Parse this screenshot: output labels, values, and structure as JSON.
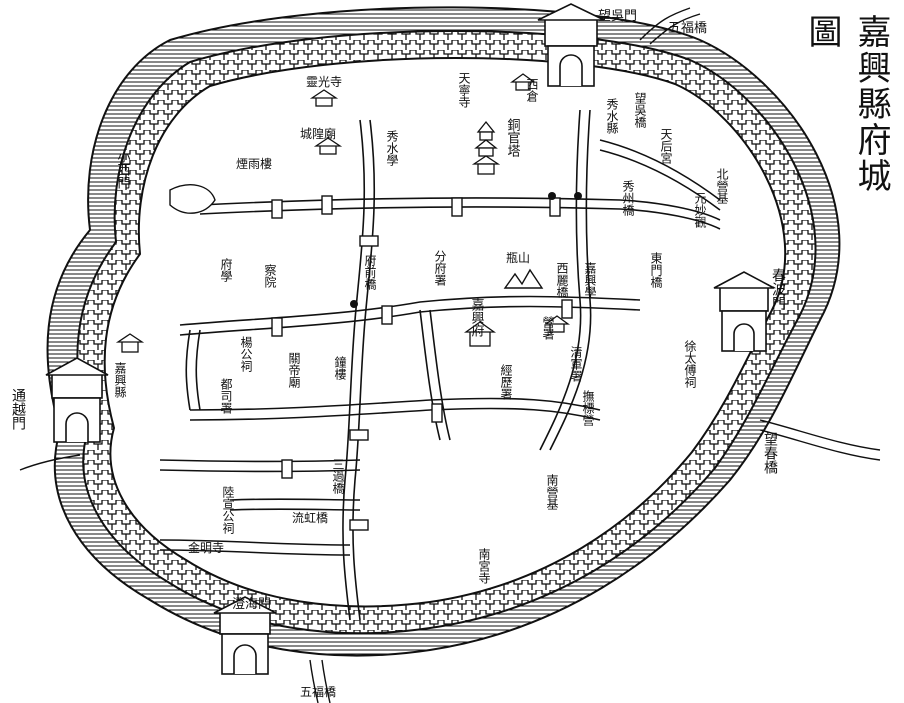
{
  "title": "嘉興縣府城圖",
  "gates": {
    "north": "望吳門",
    "east": "春波門",
    "west": "通越門",
    "small_west": "小西門",
    "south": "澄海門"
  },
  "bridges": {
    "north_outer": "五福橋",
    "east_outer": "望春橋",
    "south_outer": "五福橋"
  },
  "landmarks": {
    "fu_ya": "嘉興府",
    "xian_ya": "嘉興縣",
    "tianning": "天寧寺",
    "xishe": "西倉",
    "lingguang": "靈光寺",
    "chenghuang": "城隍廟",
    "xiuyuan": "秀水縣",
    "yuhuang": "天后宮",
    "zhiyuan": "元妙觀",
    "beijiao": "北營基",
    "tongguan": "銅官塔",
    "xiushui_xue": "秀水學",
    "yanzi": "煙雨樓",
    "fengshan": "瓶山",
    "xiliu": "西麗橋",
    "hongwu": "分府署",
    "shangyu": "嘉興學",
    "yingtai": "營署",
    "jiefu": "清軍署",
    "sunyan": "徐太傅祠",
    "nanying": "南營基",
    "nangong": "南宮寺",
    "dongtai": "金明寺",
    "yuzhang": "陸宣公祠",
    "lianqiao": "三過橋",
    "shiqiao": "楊公祠",
    "zhongtian": "流虹橋",
    "beiqiao": "察院",
    "jiaolian": "府學",
    "tiantai": "都司署",
    "jingzhen": "關帝廟",
    "xiaokang": "鐘樓",
    "ziyuan": "經歷署",
    "dongchuan": "撫標營",
    "xiba": "秀州橋",
    "ximen_a": "望吳橋",
    "hufu": "府前橋",
    "jiajian": "東門橋"
  },
  "colors": {
    "ink": "#111111",
    "paper": "#ffffff"
  }
}
